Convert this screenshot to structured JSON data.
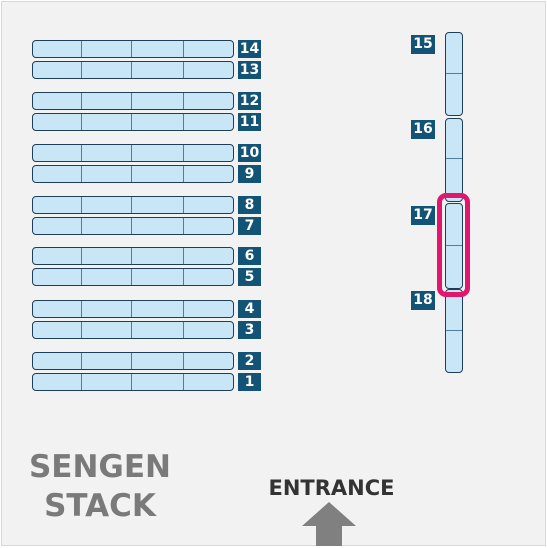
{
  "map": {
    "title_line1": "SENGEN",
    "title_line2": "STACK",
    "entrance_label": "ENTRANCE",
    "highlighted_shelf": "17"
  },
  "shelves": {
    "s1": "1",
    "s2": "2",
    "s3": "3",
    "s4": "4",
    "s5": "5",
    "s6": "6",
    "s7": "7",
    "s8": "8",
    "s9": "9",
    "s10": "10",
    "s11": "11",
    "s12": "12",
    "s13": "13",
    "s14": "14",
    "s15": "15",
    "s16": "16",
    "s17": "17",
    "s18": "18"
  },
  "colors": {
    "shelf_fill": "#c9e6f6",
    "shelf_border": "#1e3e5a",
    "badge": "#135375",
    "highlight": "#e2166d",
    "title": "#7a7a7a",
    "arrow": "#808080"
  },
  "icons": {
    "entrance": "arrow-up-icon"
  }
}
